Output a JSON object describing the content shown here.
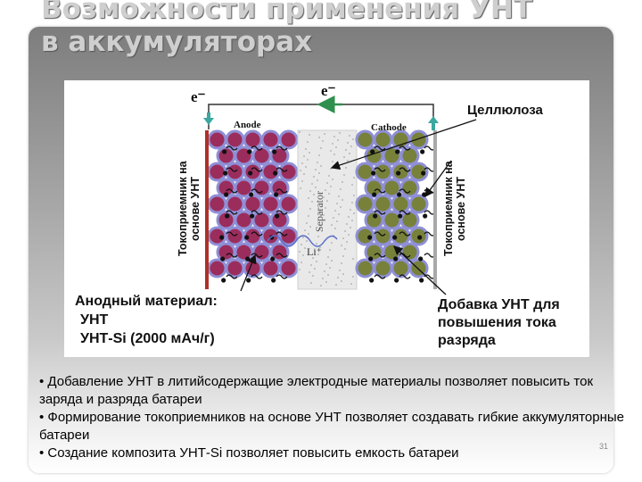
{
  "slide": {
    "title_line1": "Возможности применения УНТ",
    "title_line2": "в аккумуляторах",
    "bullets": [
      "• Добавление УНТ в литийсодержащие электродные материалы позволяет повысить ток заряда и разряда батареи",
      "• Формирование токоприемников на основе УНТ позволяет создавать гибкие аккумуляторные батареи",
      "• Создание композита УНТ-Si позволяет повысить емкость батареи"
    ],
    "slide_number": "31"
  },
  "diagram": {
    "electron_left": "e⁻",
    "electron_top": "e⁻",
    "anode_label": "Anode",
    "cathode_label": "Cathode",
    "separator_label": "Separator",
    "li_ion_label": "Li⁺",
    "cellulose_label": "Целлюлоза",
    "collector_left_line1": "Токоприемник на",
    "collector_left_line2": "основе УНТ",
    "collector_right_line1": "Токоприемник на",
    "collector_right_line2": "основе УНТ",
    "anode_material_title": "Анодный материал:",
    "anode_material_item1": "УНТ",
    "anode_material_item2": "УНТ-Si (2000 мАч/г)",
    "cnt_additive_line1": "Добавка УНТ для",
    "cnt_additive_line2": "повышения тока",
    "cnt_additive_line3": "разряда",
    "colors": {
      "anode_particle": "#9b2d5c",
      "cathode_particle": "#77813a",
      "particle_rim": "#8f8fd6",
      "collector_bar": "#b03028",
      "arrow_green": "#2f8f4e",
      "arrow_teal": "#3aa7a0"
    }
  }
}
